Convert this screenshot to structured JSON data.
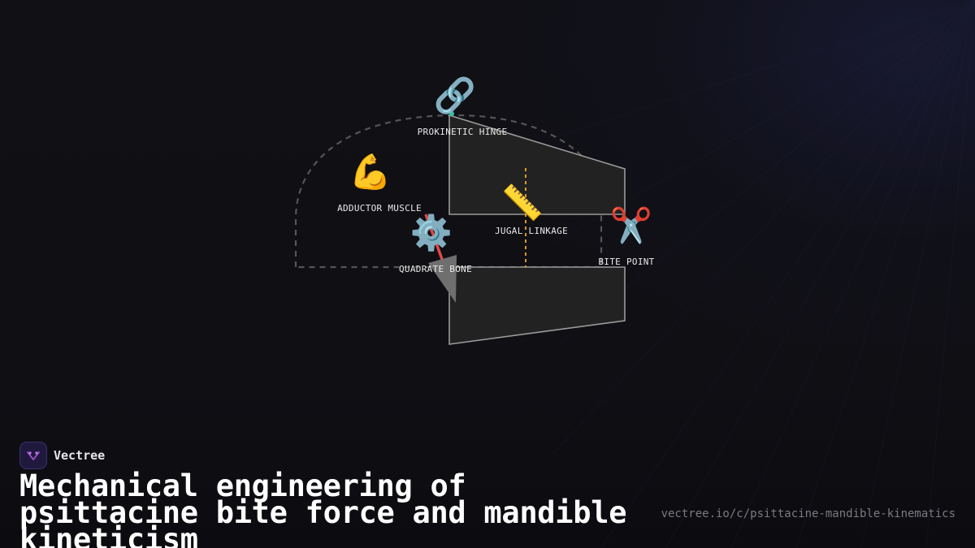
{
  "brand": {
    "name": "Vectree",
    "logo_icon": "vectree-logo-icon"
  },
  "title": "Mechanical engineering of psittacine bite force and mandible kineticism",
  "url": "vectree.io/c/psittacine-mandible-kinematics",
  "nodes": {
    "prokinetic_hinge": {
      "icon": "🔗",
      "icon_name": "link-icon",
      "label": "PROKINETIC HINGE"
    },
    "adductor_muscle": {
      "icon": "💪",
      "icon_name": "flexed-biceps-icon",
      "label": "ADDUCTOR MUSCLE"
    },
    "jugal_linkage": {
      "icon": "📏",
      "icon_name": "ruler-icon",
      "label": "JUGAL LINKAGE"
    },
    "quadrate_bone": {
      "icon": "⚙️",
      "icon_name": "gear-icon",
      "label": "QUADRATE BONE"
    },
    "bite_point": {
      "icon": "✂️",
      "icon_name": "scissors-icon",
      "label": "BITE POINT"
    }
  },
  "colors": {
    "background": "#0f0f13",
    "beak_fill": "#222222",
    "beak_stroke": "#9a9a9a",
    "skull_outline": "#555555",
    "muscle_line": "#e04848",
    "jugal_line": "#f5a524",
    "hinge_point": "#2ec4a0",
    "logo_accent": "#a64fd6"
  }
}
